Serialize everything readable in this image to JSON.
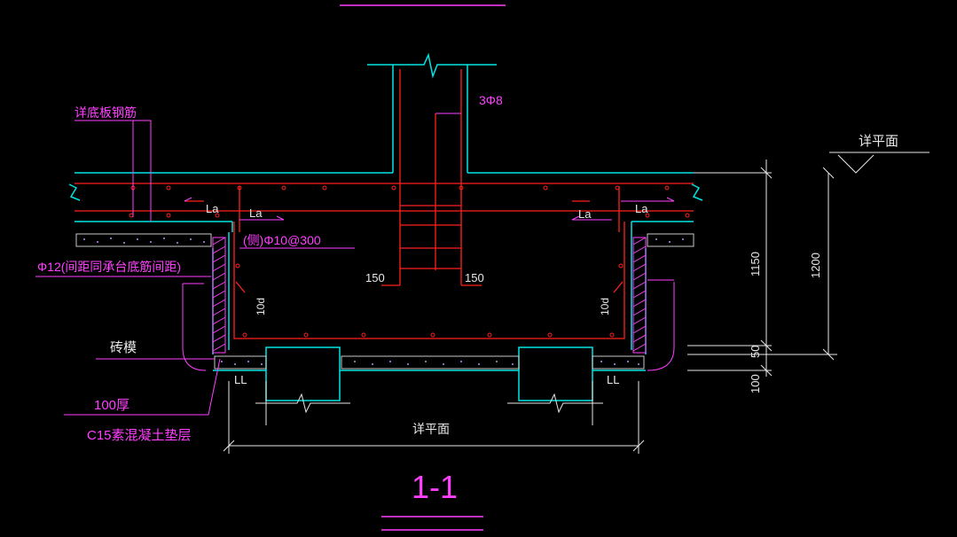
{
  "colors": {
    "background": "#000000",
    "concrete_outline": "#00e5e5",
    "rebar": "#ff2020",
    "annotation": "#ff40ff",
    "dimension": "#e8e8e8",
    "hatch": "#ff40ff"
  },
  "labels": {
    "bottom_plate_rebar_note": "详底板钢筋",
    "top_rebar": "3Φ8",
    "finish_level_ref": "详平面",
    "anchor_left_outer": "La",
    "anchor_left_inner": "La",
    "anchor_right_inner": "La",
    "anchor_right_outer": "La",
    "side_rebar": "(侧)Φ10@300",
    "phi12_note": "Φ12(间距同承台底筋间距)",
    "left_150": "150",
    "right_150": "150",
    "left_10d": "10d",
    "right_10d": "10d",
    "brick_formwork": "砖模",
    "cushion_thickness": "100厚",
    "cushion_material": "C15素混凝土垫层",
    "ll_left": "LL",
    "ll_right": "LL",
    "plan_ref_bottom": "详平面",
    "section_title": "1-1"
  },
  "dimensions": {
    "d1150": "1150",
    "d1200": "1200",
    "d50": "50",
    "d100": "100"
  }
}
